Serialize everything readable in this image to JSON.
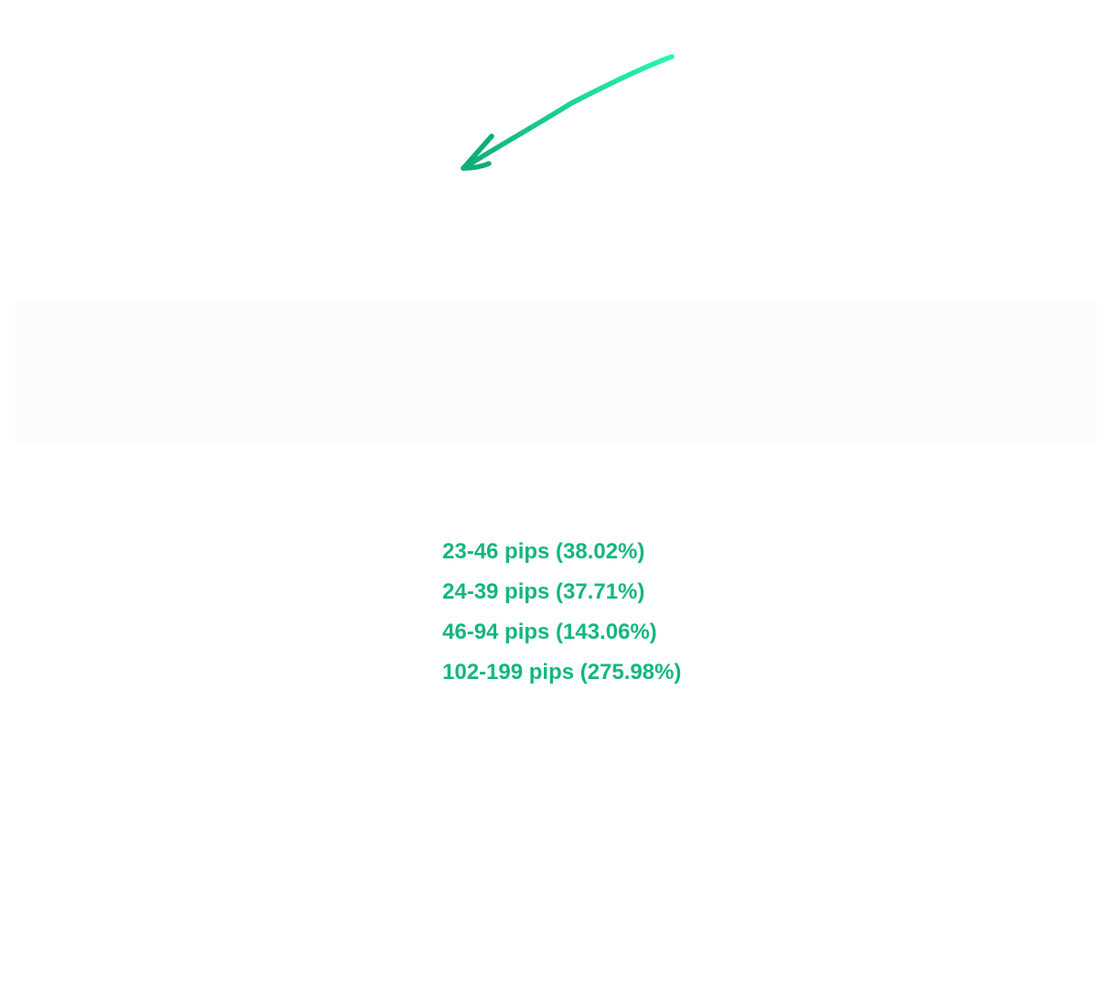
{
  "info_panel": {
    "text": ""
  },
  "results": [
    {
      "text": "23-46 pips (38.02%)"
    },
    {
      "text": "24-39 pips (37.71%)"
    },
    {
      "text": "46-94 pips (143.06%)"
    },
    {
      "text": "102-199 pips (275.98%)"
    }
  ],
  "colors": {
    "accent": "#13b67f",
    "arrow_start": "#2af5b0",
    "arrow_end": "#0dae74",
    "panel_bg": "#fbfbfb",
    "background": "#ffffff"
  },
  "icons": {
    "arrow": "hand-drawn-arrow-icon"
  }
}
